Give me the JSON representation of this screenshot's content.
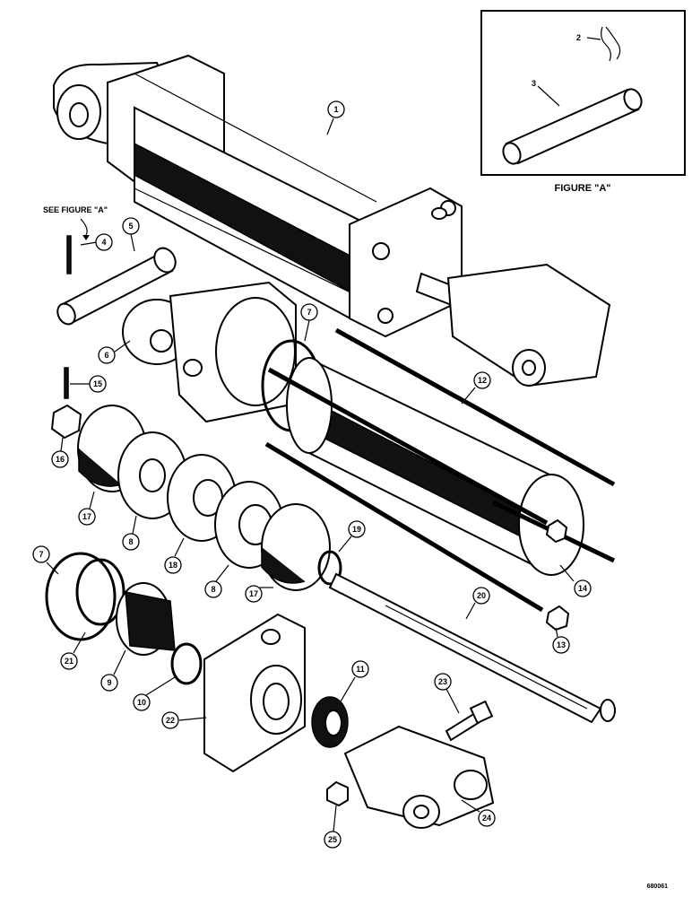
{
  "figure_a": {
    "caption": "FIGURE \"A\"",
    "labels": [
      "2",
      "3"
    ]
  },
  "see_figure": "SEE FIGURE \"A\"",
  "drawing_number": "680061",
  "callouts": {
    "c1": "1",
    "c4": "4",
    "c5": "5",
    "c6": "6",
    "c7a": "7",
    "c7b": "7",
    "c8a": "8",
    "c8b": "8",
    "c9": "9",
    "c10": "10",
    "c11": "11",
    "c12": "12",
    "c13": "13",
    "c14": "14",
    "c15": "15",
    "c16": "16",
    "c17a": "17",
    "c17b": "17",
    "c18": "18",
    "c19": "19",
    "c20": "20",
    "c21": "21",
    "c22": "22",
    "c23": "23",
    "c24": "24",
    "c25": "25"
  }
}
